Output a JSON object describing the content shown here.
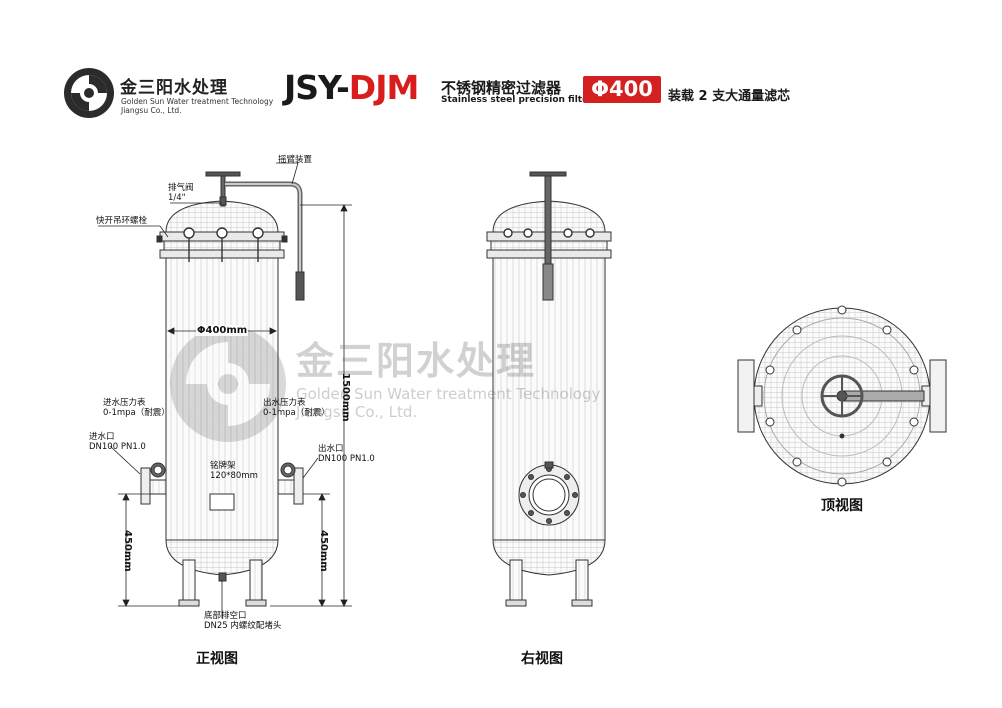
{
  "header": {
    "brand_cn": "金三阳水处理",
    "brand_en_line1": "Golden Sun Water treatment Technology",
    "brand_en_line2": "Jiangsu Co., Ltd.",
    "model_prefix": "JSY-",
    "model_suffix": "DJM",
    "product_cn": "不锈钢精密过滤器",
    "product_en": "Stainless steel precision filter",
    "diameter_badge": "Φ400",
    "capacity": "装载 2 支大通量滤芯"
  },
  "colors": {
    "accent": "#d42020",
    "line": "#333333",
    "watermark": "#5a5a5a"
  },
  "front_view": {
    "title": "正视图",
    "labels": {
      "lifting_arm": "摇臂装置",
      "vent_valve": "排气阀",
      "vent_size": "1/4\"",
      "quick_bolt": "快开吊环螺栓",
      "inlet_gauge": "进水压力表",
      "inlet_gauge_range": "0-1mpa（耐震）",
      "outlet_gauge": "出水压力表",
      "outlet_gauge_range": "0-1mpa（耐震）",
      "inlet": "进水口",
      "inlet_spec": "DN100 PN1.0",
      "outlet": "出水口",
      "outlet_spec": "DN100 PN1.0",
      "nameplate": "铭牌架",
      "nameplate_size": "120*80mm",
      "drain": "底部排空口",
      "drain_spec": "DN25 内螺纹配堵头"
    },
    "dimensions": {
      "diameter": "Φ400mm",
      "height": "1500mm",
      "inlet_height": "450mm",
      "outlet_height": "450mm"
    }
  },
  "side_view": {
    "title": "右视图"
  },
  "top_view": {
    "title": "顶视图"
  },
  "watermark": {
    "cn": "金三阳水处理",
    "en_line1": "Golden Sun Water treatment Technology",
    "en_line2": "Jiangsu Co., Ltd."
  }
}
